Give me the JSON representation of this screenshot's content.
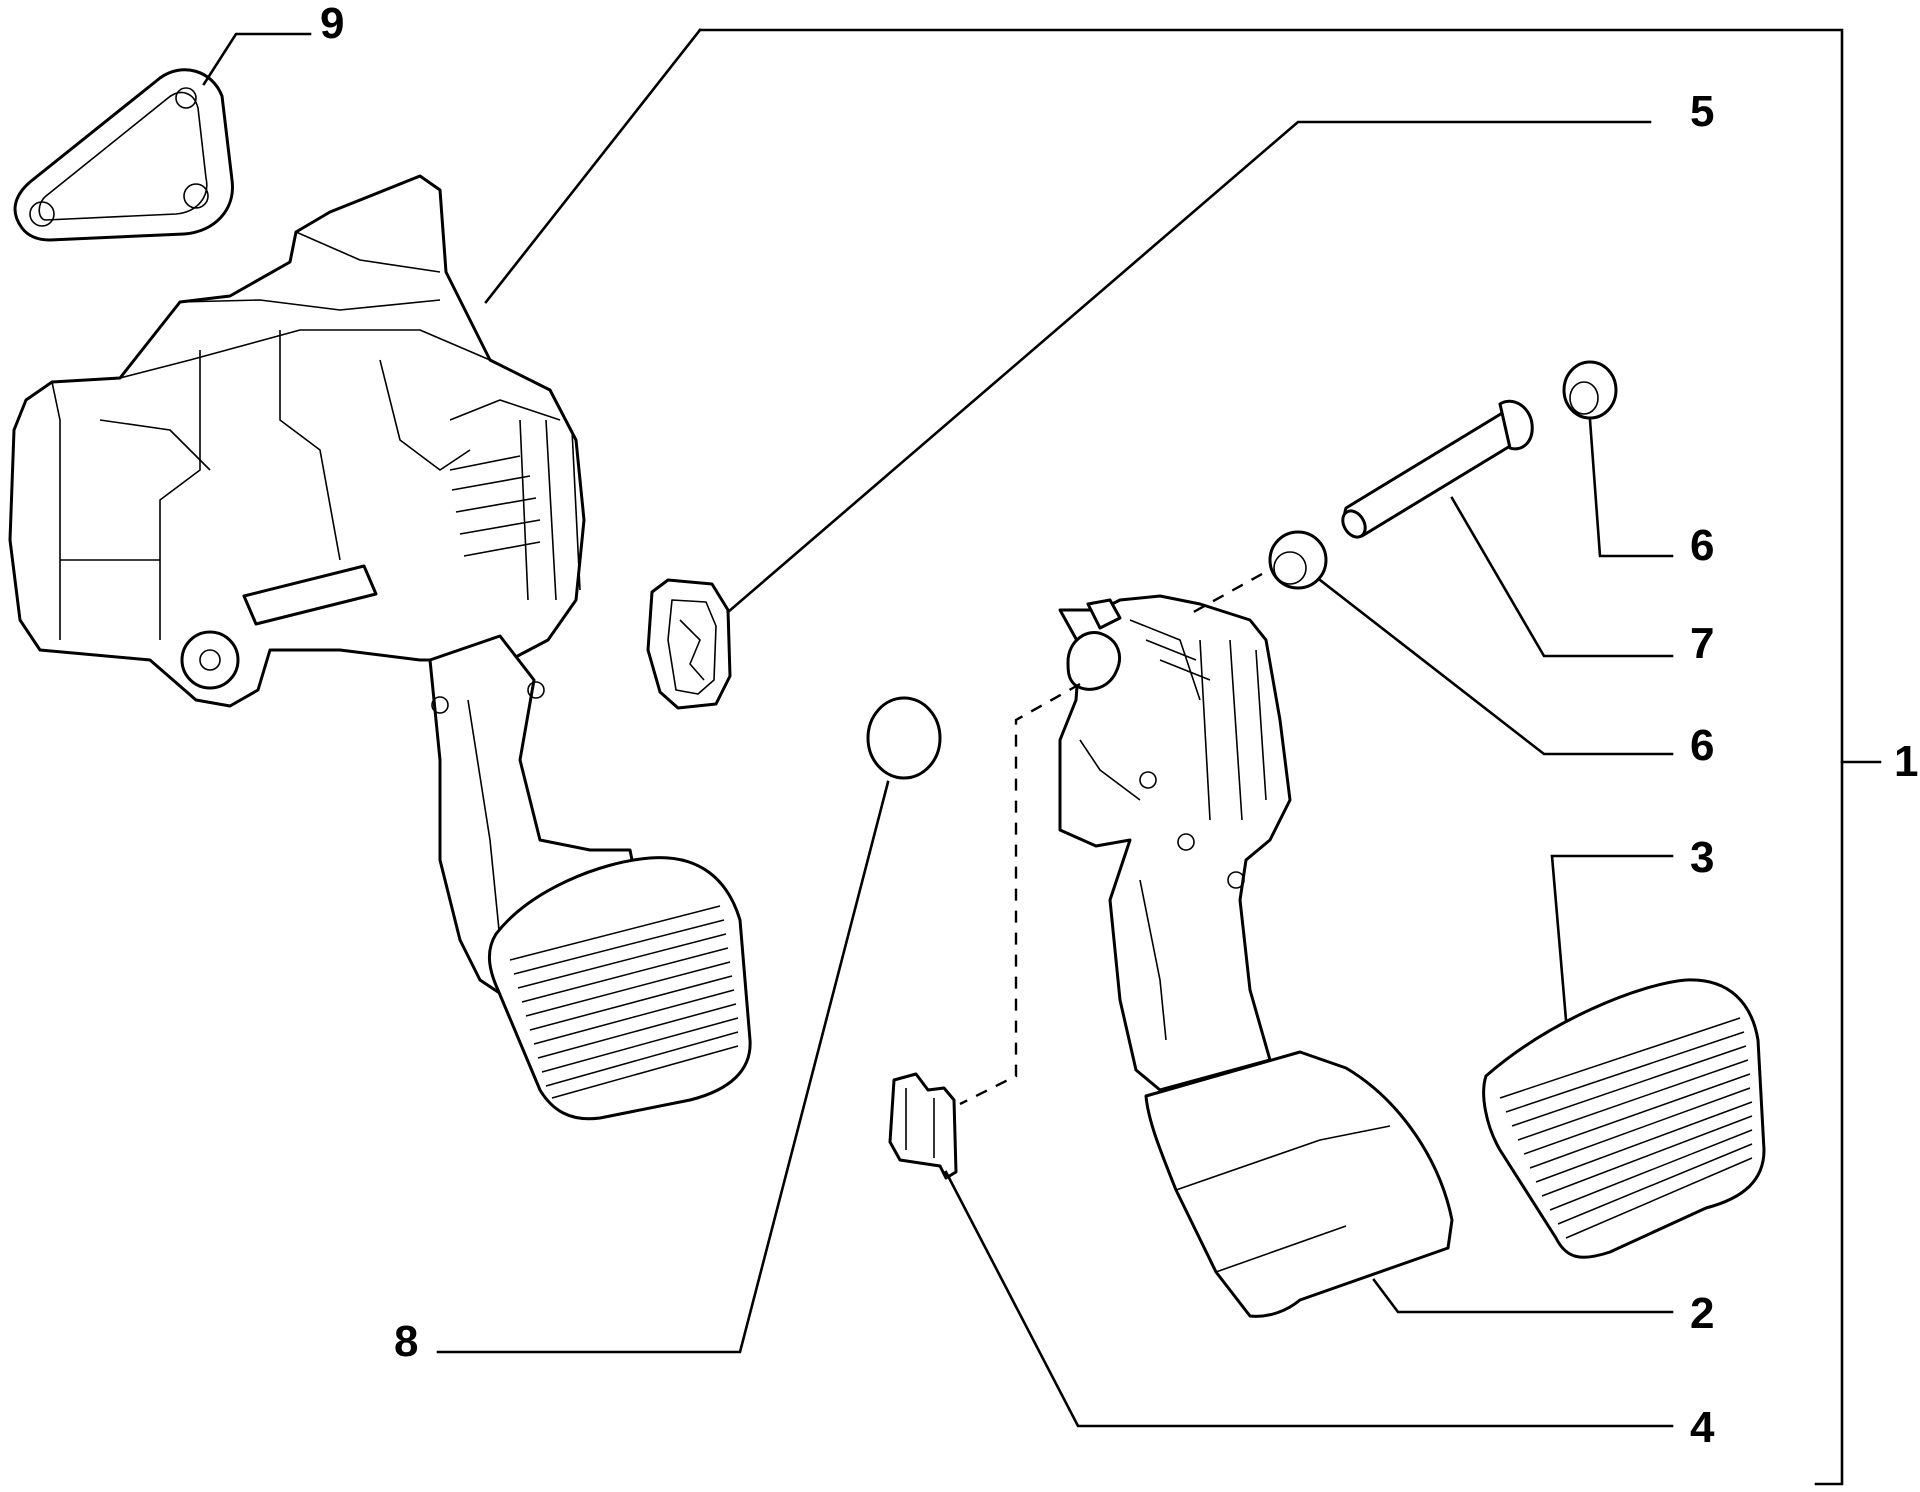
{
  "callouts": {
    "c1": "1",
    "c2": "2",
    "c3": "3",
    "c4": "4",
    "c5": "5",
    "c6a": "6",
    "c6b": "6",
    "c7": "7",
    "c8": "8",
    "c9": "9"
  }
}
